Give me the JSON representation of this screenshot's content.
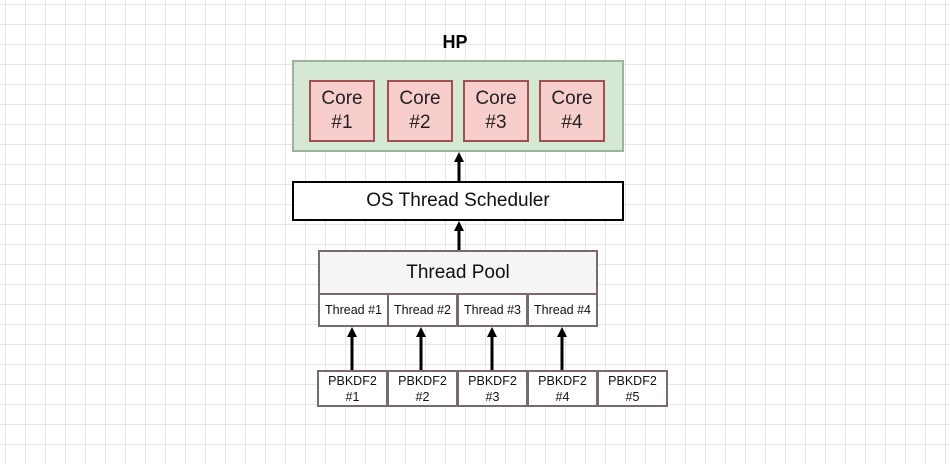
{
  "hp": {
    "title": "HP",
    "cores": [
      {
        "line1": "Core",
        "line2": "#1"
      },
      {
        "line1": "Core",
        "line2": "#2"
      },
      {
        "line1": "Core",
        "line2": "#3"
      },
      {
        "line1": "Core",
        "line2": "#4"
      }
    ]
  },
  "scheduler": {
    "label": "OS Thread Scheduler"
  },
  "pool": {
    "label": "Thread Pool",
    "threads": [
      "Thread #1",
      "Thread #2",
      "Thread #3",
      "Thread #4"
    ]
  },
  "tasks": [
    {
      "line1": "PBKDF2",
      "line2": "#1"
    },
    {
      "line1": "PBKDF2",
      "line2": "#2"
    },
    {
      "line1": "PBKDF2",
      "line2": "#3"
    },
    {
      "line1": "PBKDF2",
      "line2": "#4"
    },
    {
      "line1": "PBKDF2",
      "line2": "#5"
    }
  ],
  "colors": {
    "hp_fill": "#d5e8d4",
    "core_fill": "#f8cecc",
    "core_border": "#a05050",
    "pool_fill": "#f5f5f5"
  }
}
